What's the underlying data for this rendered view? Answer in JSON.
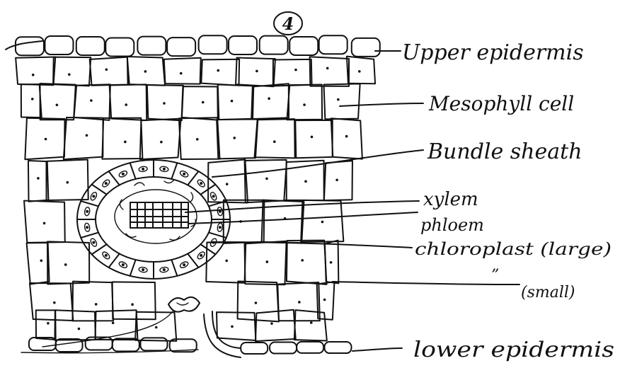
{
  "figure": {
    "number": "4",
    "labels": {
      "upper_epidermis": "Upper epidermis",
      "mesophyll_cell": "Mesophyll cell",
      "bundle_sheath": "Bundle sheath",
      "xylem": "xylem",
      "phloem": "phloem",
      "chloroplast_large": "chloroplast (large)",
      "chloroplast_small": "(small)",
      "small_ditto": "”",
      "lower_epidermis": "lower epidermis"
    }
  }
}
